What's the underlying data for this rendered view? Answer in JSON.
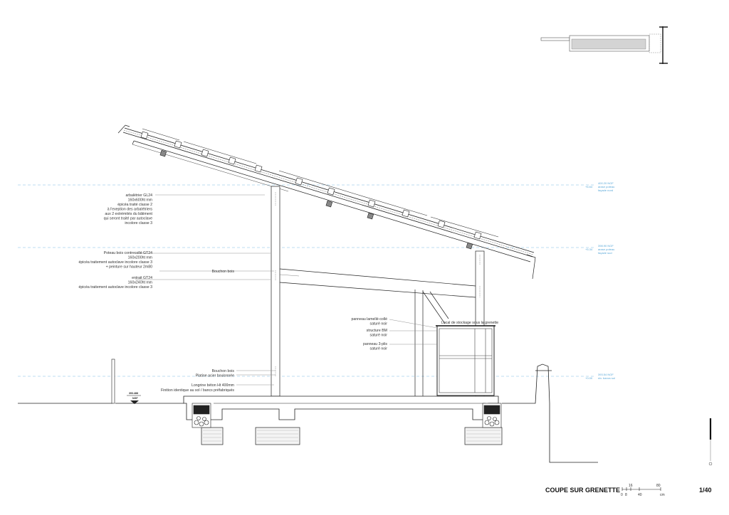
{
  "drawing": {
    "title": "COUPE SUR GRENETTE",
    "scale": "1/40",
    "scale_bar": {
      "ticks": [
        "0",
        "8",
        "16",
        "40",
        "80"
      ],
      "unit": "cm"
    },
    "ground_marker": {
      "value": "393.488",
      "label": "NGF"
    }
  },
  "levels": [
    {
      "ngf": "400.20 NGF",
      "rel": "+6.64",
      "desc1": "arase poteau",
      "desc2": "façade nord"
    },
    {
      "ngf": "398.90 NGF",
      "rel": "+5.34",
      "desc1": "arase poteau",
      "desc2": "façade sud"
    },
    {
      "ngf": "393.54 NGF",
      "rel": "+0.00",
      "desc1": "niv. bancs sol",
      "desc2": ""
    }
  ],
  "annotations_left": [
    {
      "lines": [
        "arbalétrier GL24",
        "160x600ht mm",
        "épicéa traité classe 2",
        "à l'exeption des arbalétriers",
        "aux 2 extrémités du bâtiment",
        "qui seront traité par autoclave",
        "incolore classe 3"
      ]
    },
    {
      "lines": [
        "Poteau bois contrecollé GT24",
        "160x200ht mm",
        "épicéa traitement autoclave incolore classe 3",
        "+ peinture sur hauteur 2m80"
      ]
    },
    {
      "lines": [
        "Bouchon bois"
      ]
    },
    {
      "lines": [
        "entrait GT24",
        "160x240ht mm",
        "épicéa traitement autoclave incolore classe 3"
      ]
    },
    {
      "lines": [
        "Bouchon bois",
        "Platine acier boulonnée"
      ]
    },
    {
      "lines": [
        "Longrine béton Ht 400mm",
        "Finition identique au sol / bancs préfabriqués"
      ]
    }
  ],
  "annotations_right": [
    {
      "lines": [
        "panneau lamellé-collé",
        "saturé noir"
      ]
    },
    {
      "lines": [
        "structure BM",
        "saturé noir"
      ]
    },
    {
      "lines": [
        "panneau 3-plis",
        "saturé noir"
      ]
    }
  ],
  "storage_label": "Local de stockage sous la grenette"
}
